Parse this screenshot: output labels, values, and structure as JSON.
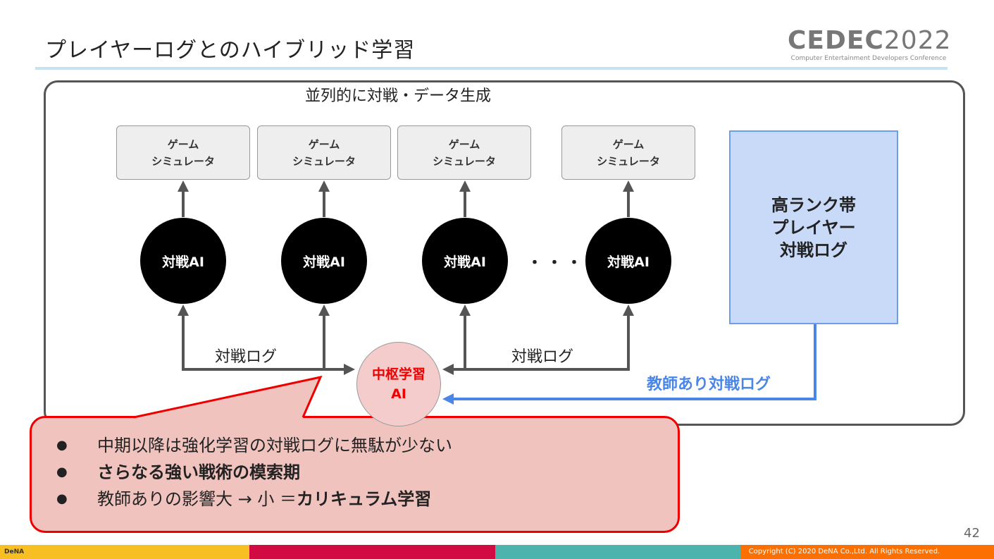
{
  "title": "プレイヤーログとのハイブリッド学習",
  "logo": {
    "main": "CEDEC",
    "year": "2022",
    "sub": "Computer Entertainment Developers Conference"
  },
  "diagram": {
    "header": "並列的に対戦・データ生成",
    "simulators": [
      {
        "l1": "ゲーム",
        "l2": "シミュレータ"
      },
      {
        "l1": "ゲーム",
        "l2": "シミュレータ"
      },
      {
        "l1": "ゲーム",
        "l2": "シミュレータ"
      },
      {
        "l1": "ゲーム",
        "l2": "シミュレータ"
      }
    ],
    "agents": [
      "対戦AI",
      "対戦AI",
      "対戦AI",
      "対戦AI"
    ],
    "ellipsis": "・・・",
    "hub": {
      "l1": "中枢学習",
      "l2": "AI"
    },
    "log_label_left": "対戦ログ",
    "log_label_right": "対戦ログ",
    "player_log": {
      "l1": "高ランク帯",
      "l2": "プレイヤー",
      "l3": "対戦ログ"
    },
    "supervised_label": "教師あり対戦ログ"
  },
  "callout": {
    "bullet": "●",
    "items": [
      {
        "text": "中期以降は強化学習の対戦ログに無駄が少ない"
      },
      {
        "text": "さらなる強い戦術の模索期"
      },
      {
        "text": "教師ありの影響大 → 小 ＝ ",
        "bold": "カリキュラム学習"
      }
    ]
  },
  "page_number": "42",
  "footer": {
    "brand": "DeNA",
    "copyright": "Copyright (C) 2020 DeNA Co.,Ltd. All Rights Reserved.",
    "colors": [
      "#f8bf22",
      "#d10a44",
      "#4db3ad",
      "#fb7000"
    ]
  }
}
